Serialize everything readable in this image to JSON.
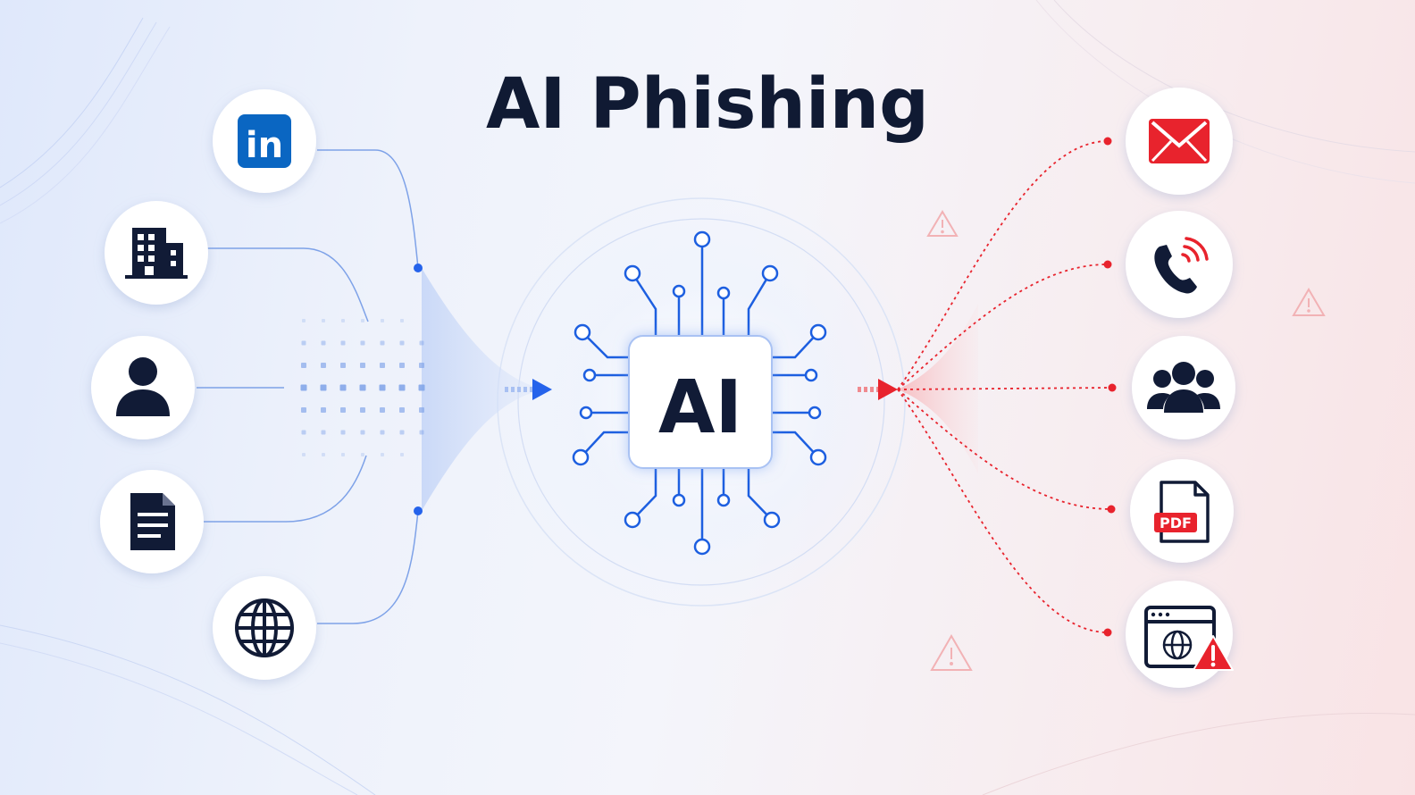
{
  "title": "AI Phishing",
  "hub": {
    "label": "AI"
  },
  "inputs": [
    {
      "icon": "linkedin-icon",
      "label": "in"
    },
    {
      "icon": "building-icon"
    },
    {
      "icon": "person-icon"
    },
    {
      "icon": "document-icon"
    },
    {
      "icon": "globe-icon"
    }
  ],
  "outputs": [
    {
      "icon": "email-icon"
    },
    {
      "icon": "phone-call-icon"
    },
    {
      "icon": "group-icon"
    },
    {
      "icon": "pdf-file-icon",
      "label": "PDF"
    },
    {
      "icon": "malicious-website-icon"
    }
  ],
  "colors": {
    "title": "#101a33",
    "icon_dark": "#111b36",
    "linkedin": "#0a66c2",
    "input_accent": "#2563eb",
    "input_line": "#7ea2e8",
    "output_accent": "#e8232d",
    "circuit": "#1d5fe0"
  }
}
